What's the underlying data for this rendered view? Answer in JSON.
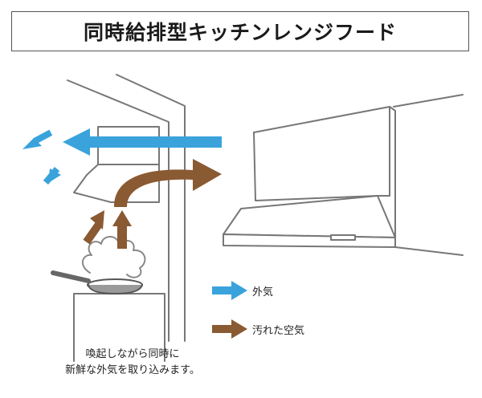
{
  "title": "同時給排型キッチンレンジフード",
  "legend": {
    "outside_air": {
      "label": "外気",
      "color": "#3aa3dc",
      "icon": "arrow-right-blue"
    },
    "dirty_air": {
      "label": "汚れた空気",
      "color": "#8a5a33",
      "icon": "arrow-right-brown"
    }
  },
  "caption": {
    "line1": "喚起しながら同時に",
    "line2": "新鮮な外気を取り込みます。"
  }
}
